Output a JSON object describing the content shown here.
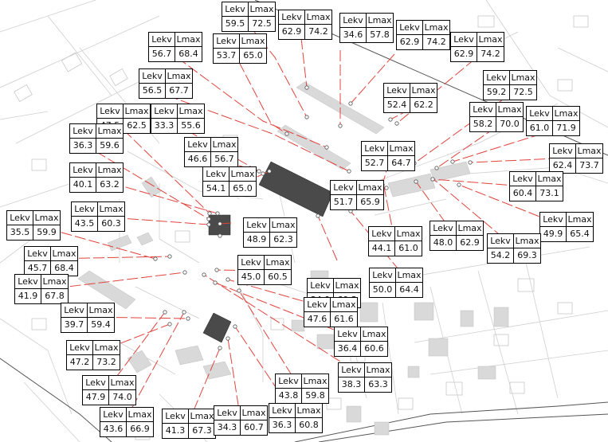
{
  "colors": {
    "receiver_line": "#e0443c",
    "building_main": "#4a4a4a",
    "building_other": "#d9d9d9",
    "map_lines": "#c8c8c8",
    "road": "#555555"
  },
  "header": {
    "col1": "Lekv",
    "col2": "Lmax"
  },
  "labels": [
    {
      "lekv": "59.5",
      "lmax": "72.5"
    },
    {
      "lekv": "62.9",
      "lmax": "74.2"
    },
    {
      "lekv": "34.6",
      "lmax": "57.8"
    },
    {
      "lekv": "62.9",
      "lmax": "74.2"
    },
    {
      "lekv": "56.7",
      "lmax": "68.4"
    },
    {
      "lekv": "53.7",
      "lmax": "65.0"
    },
    {
      "lekv": "62.9",
      "lmax": "74.2"
    },
    {
      "lekv": "56.5",
      "lmax": "67.7"
    },
    {
      "lekv": "59.2",
      "lmax": "72.5"
    },
    {
      "lekv": "52.4",
      "lmax": "62.2"
    },
    {
      "lekv": "47.5",
      "lmax": "62.5"
    },
    {
      "lekv": "33.3",
      "lmax": "55.6"
    },
    {
      "lekv": "58.2",
      "lmax": "70.0"
    },
    {
      "lekv": "61.0",
      "lmax": "71.9"
    },
    {
      "lekv": "36.3",
      "lmax": "59.6"
    },
    {
      "lekv": "46.6",
      "lmax": "56.7"
    },
    {
      "lekv": "52.7",
      "lmax": "64.7"
    },
    {
      "lekv": "62.4",
      "lmax": "73.7"
    },
    {
      "lekv": "40.1",
      "lmax": "63.2"
    },
    {
      "lekv": "54.1",
      "lmax": "65.0"
    },
    {
      "lekv": "60.4",
      "lmax": "73.1"
    },
    {
      "lekv": "51.7",
      "lmax": "65.9"
    },
    {
      "lekv": "43.5",
      "lmax": "60.3"
    },
    {
      "lekv": "35.5",
      "lmax": "59.9"
    },
    {
      "lekv": "48.9",
      "lmax": "62.3"
    },
    {
      "lekv": "49.9",
      "lmax": "65.4"
    },
    {
      "lekv": "48.0",
      "lmax": "62.9"
    },
    {
      "lekv": "44.1",
      "lmax": "61.0"
    },
    {
      "lekv": "54.2",
      "lmax": "69.3"
    },
    {
      "lekv": "45.7",
      "lmax": "68.4"
    },
    {
      "lekv": "45.0",
      "lmax": "60.5"
    },
    {
      "lekv": "41.9",
      "lmax": "67.8"
    },
    {
      "lekv": "34.9",
      "lmax": "60.3"
    },
    {
      "lekv": "50.0",
      "lmax": "64.4"
    },
    {
      "lekv": "47.6",
      "lmax": "61.6"
    },
    {
      "lekv": "39.7",
      "lmax": "59.4"
    },
    {
      "lekv": "36.4",
      "lmax": "60.6"
    },
    {
      "lekv": "47.2",
      "lmax": "73.2"
    },
    {
      "lekv": "38.3",
      "lmax": "63.3"
    },
    {
      "lekv": "47.9",
      "lmax": "74.0"
    },
    {
      "lekv": "43.8",
      "lmax": "59.8"
    },
    {
      "lekv": "43.6",
      "lmax": "66.9"
    },
    {
      "lekv": "41.3",
      "lmax": "67.3"
    },
    {
      "lekv": "34.3",
      "lmax": "60.7"
    },
    {
      "lekv": "36.3",
      "lmax": "60.8"
    }
  ]
}
